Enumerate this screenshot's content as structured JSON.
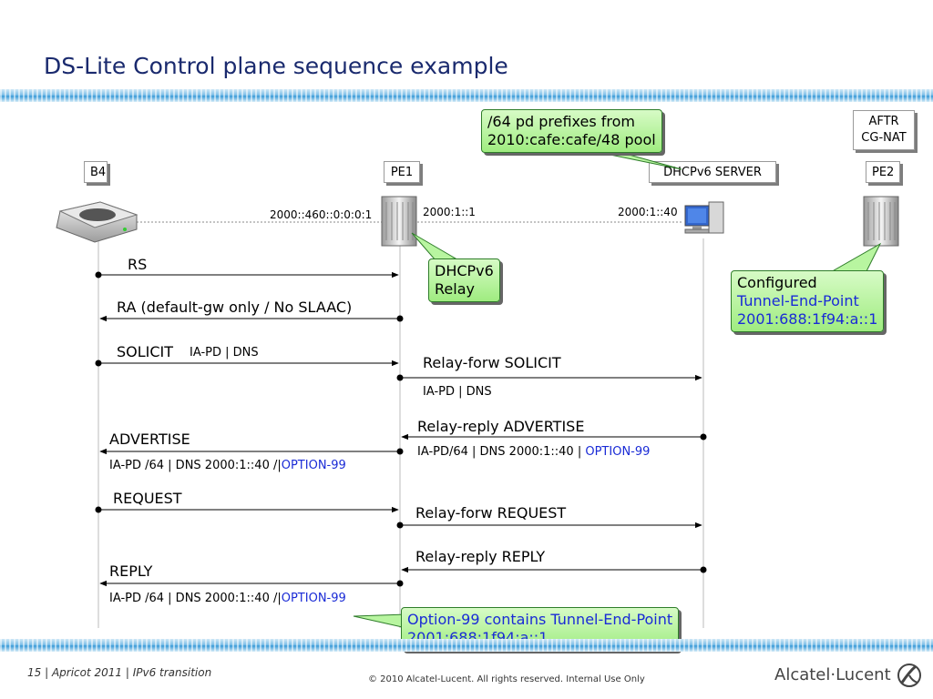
{
  "title": "DS-Lite Control plane sequence example",
  "nodes": {
    "b4": "B4",
    "pe1": "PE1",
    "dhcp_server": "DHCPv6 SERVER",
    "pe2": "PE2",
    "aftr_line1": "AFTR",
    "aftr_line2": "CG-NAT"
  },
  "addresses": {
    "b4_pe1": "2000::460::0:0:0:1",
    "pe1_right": "2000:1::1",
    "server": "2000:1::40"
  },
  "callouts": {
    "prefix_line1": "/64 pd prefixes from",
    "prefix_line2": "2010:cafe:cafe/48 pool",
    "relay_line1": "DHCPv6",
    "relay_line2": "Relay",
    "configured_line1": "Configured",
    "configured_line2": "Tunnel-End-Point",
    "configured_line3": "2001:688:1f94:a::1",
    "option99_line1": "Option-99 contains Tunnel-End-Point",
    "option99_line2": "2001:688:1f94:a::1"
  },
  "messages": {
    "rs": "RS",
    "ra": "RA (default-gw only / No SLAAC)",
    "solicit": "SOLICIT",
    "solicit_sub": "IA-PD |  DNS",
    "relay_forw_solicit": "Relay-forw SOLICIT",
    "relay_forw_solicit_sub": "IA-PD | DNS",
    "relay_reply_advertise": "Relay-reply ADVERTISE",
    "relay_reply_advertise_sub": "IA-PD/64 | DNS 2000:1::40 | ",
    "relay_reply_advertise_opt": "OPTION-99",
    "advertise": "ADVERTISE",
    "advertise_sub": "IA-PD /64 | DNS 2000:1::40 /|",
    "advertise_opt": "OPTION-99",
    "request": "REQUEST",
    "relay_forw_request": "Relay-forw REQUEST",
    "relay_reply_reply": "Relay-reply REPLY",
    "reply": "REPLY",
    "reply_sub": "IA-PD /64 | DNS 2000:1::40 /|",
    "reply_opt": "OPTION-99"
  },
  "footer": {
    "left": "15 | Apricot 2011 | IPv6 transition",
    "copyright": "© 2010 Alcatel-Lucent. All rights reserved. Internal Use Only",
    "logo": "Alcatel·Lucent"
  },
  "colors": {
    "title": "#1a2a6e",
    "callout_fill": "#b8f5a0",
    "option_blue": "#1a2bd6",
    "band_blue": "#3a9bd8"
  }
}
